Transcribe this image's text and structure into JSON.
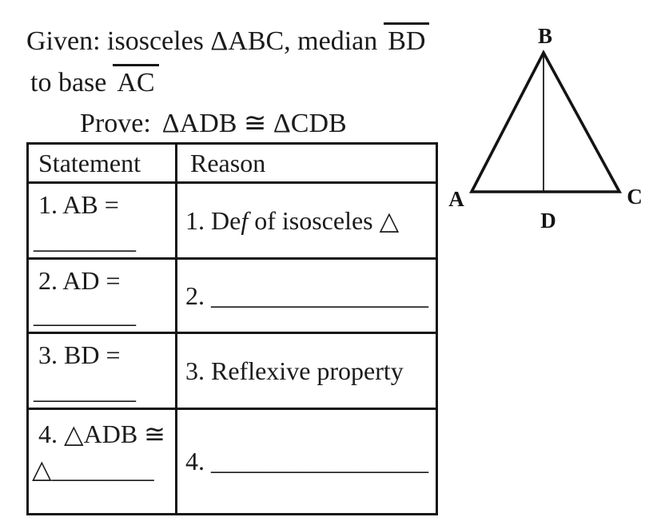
{
  "problem": {
    "given_prefix": "Given: isosceles ΔABC, median",
    "given_segment": "BD",
    "base_prefix": "to base",
    "base_segment": "AC",
    "prove_label": "Prove:",
    "prove_statement": "ΔADB ≅ ΔCDB"
  },
  "table": {
    "header": {
      "statement": "Statement",
      "reason": "Reason"
    },
    "rows": [
      {
        "statement_line1": "1. AB =",
        "statement_blank": "________",
        "reason_prefix": "1. De",
        "reason_italic_f": "f",
        "reason_suffix": " of isosceles △"
      },
      {
        "statement_line1": "2. AD =",
        "statement_blank": "________",
        "reason": "2. _________________"
      },
      {
        "statement_line1": "3. BD =",
        "statement_blank": "________",
        "reason": "3. Reflexive property"
      },
      {
        "statement_line1": "4. △ADB ≅",
        "statement_line2": "△________",
        "reason": "4. _________________"
      }
    ]
  },
  "figure": {
    "vertex_labels": {
      "a": "A",
      "b": "B",
      "c": "C",
      "d": "D"
    }
  },
  "colors": {
    "ink": "#1b1b1b",
    "rule": "#141414"
  }
}
